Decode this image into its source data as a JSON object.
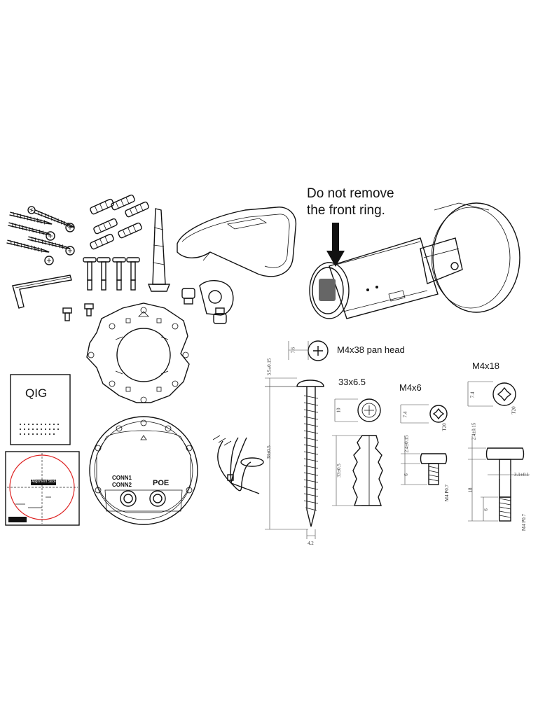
{
  "notice": {
    "line1": "Do not remove",
    "line2": "the front ring."
  },
  "labels": {
    "m4x38": "M4x38 pan head",
    "anchor": "33x6.5",
    "m4x6": "M4x6",
    "m4x18": "M4x18",
    "qig": "QIG",
    "conn1": "CONN1",
    "conn2": "CONN2",
    "poe": "POE",
    "sticker": "Alignment Sticker"
  },
  "dimensions": {
    "m4x38_head": "3.5±0.15",
    "m4x38_length": "38±0.5",
    "m4x38_dia": "4.2",
    "m4x38_width": "7.6",
    "anchor_dia": "10",
    "anchor_length": "33±0.5",
    "m4x6_dia": "7.4",
    "m4x6_head": "2.4±0.15",
    "m4x6_length": "6",
    "m4x6_torx": "T20",
    "m4x6_thread": "M4 P0.7",
    "m4x18_dia": "7.4",
    "m4x18_head": "2.4±0.15",
    "m4x18_length": "18",
    "m4x18_shank": "3.1±0.1",
    "m4x18_thread_len": "6",
    "m4x18_torx": "T20",
    "m4x18_thread": "M4 P0.7"
  }
}
